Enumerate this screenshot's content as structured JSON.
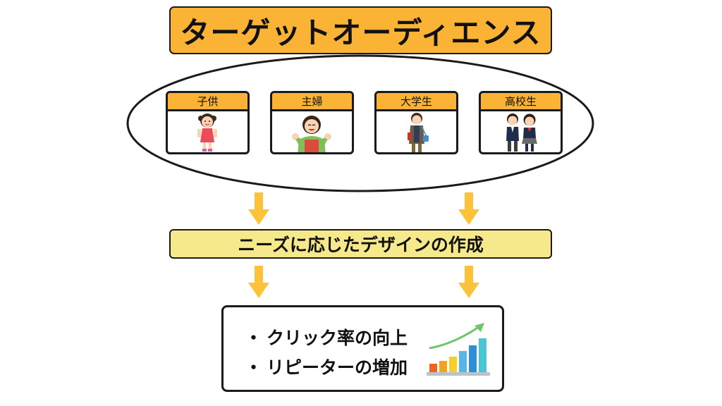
{
  "title": "ターゲットオーディエンス",
  "audiences": [
    {
      "label": "子供",
      "icon": "child-icon"
    },
    {
      "label": "主婦",
      "icon": "housewife-icon"
    },
    {
      "label": "大学生",
      "icon": "university-student-icon"
    },
    {
      "label": "高校生",
      "icon": "high-school-students-icon"
    }
  ],
  "middle": "ニーズに応じたデザインの作成",
  "results": {
    "bullet": "・",
    "items": [
      "クリック率の向上",
      "リピーターの増加"
    ]
  },
  "colors": {
    "title_fill": "#fbb335",
    "card_header": "#fbb335",
    "middle_fill": "#f6e98b",
    "arrow": "#fcc33a",
    "border": "#1a1a1a"
  }
}
